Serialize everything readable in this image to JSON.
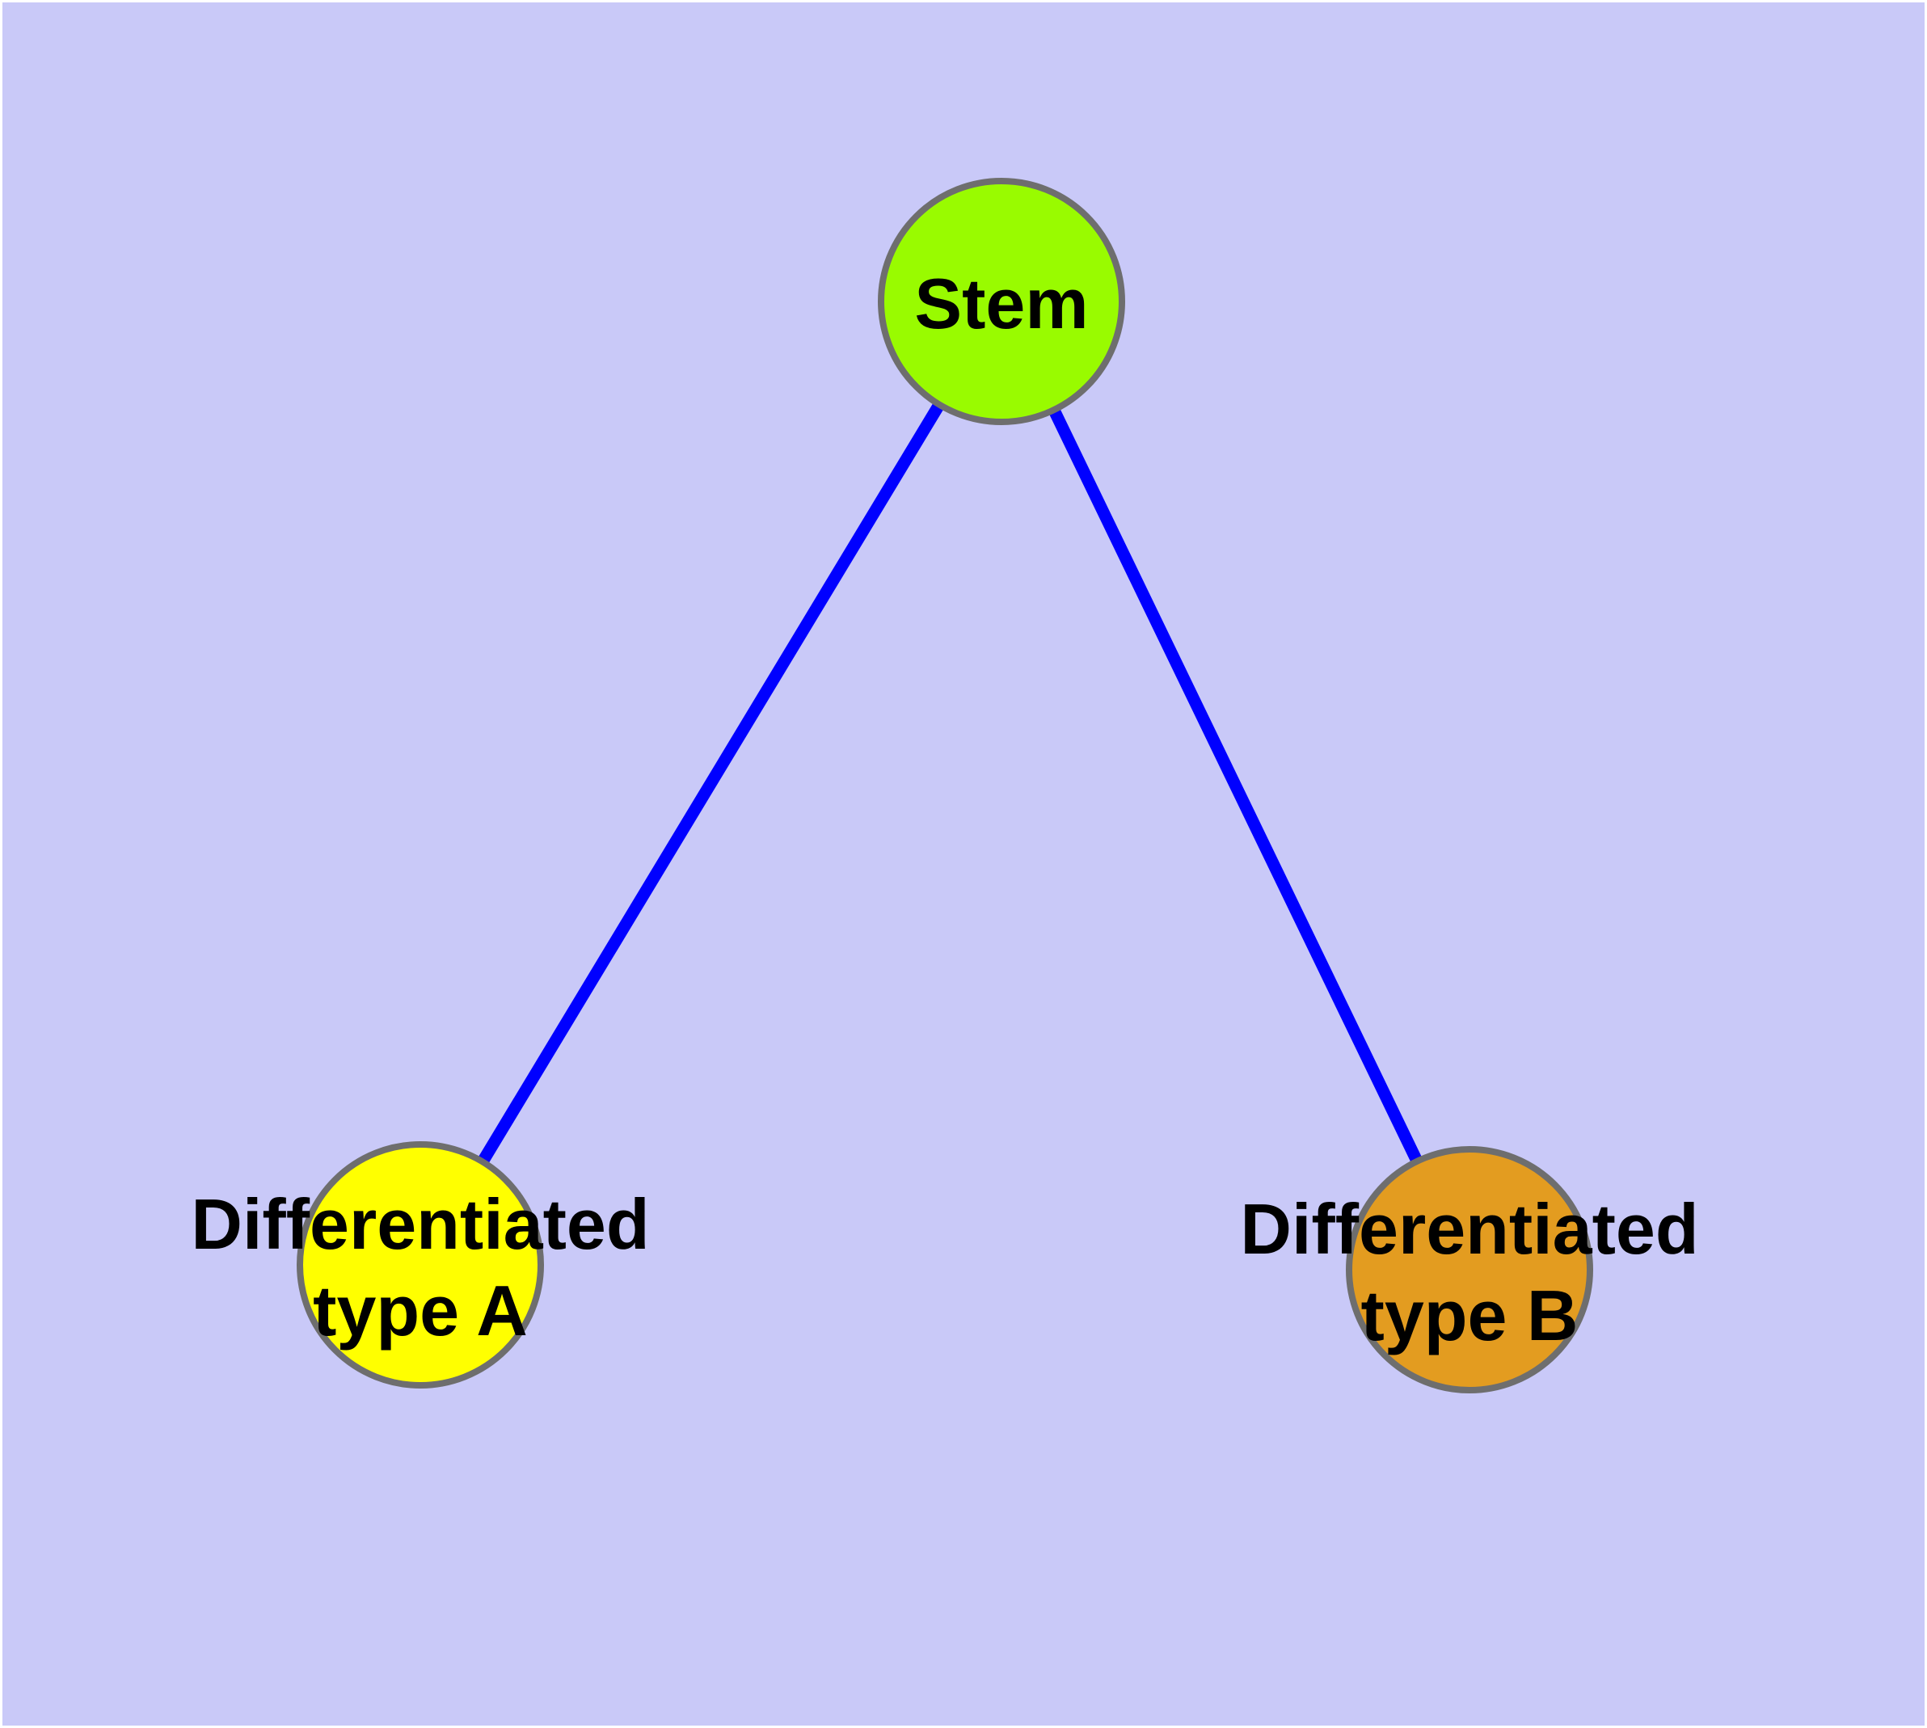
{
  "diagram": {
    "type": "graph",
    "background_color": "#c9c9f8",
    "frame_color": "#ffffff",
    "node_border_color": "#6e6e6e",
    "label_color": "#000000",
    "nodes": {
      "stem": {
        "label": "Stem",
        "color": "#99fb00"
      },
      "type_a": {
        "label": "Differentiated type A",
        "label_line1": "Differentiated",
        "label_line2": "type A",
        "color": "#ffff00"
      },
      "type_b": {
        "label": "Differentiated type B",
        "label_line1": "Differentiated",
        "label_line2": "type B",
        "color": "#e39c20"
      }
    },
    "edges": [
      {
        "from": "Stem",
        "to": "Differentiated type A",
        "color": "#0000ff"
      },
      {
        "from": "Stem",
        "to": "Differentiated type B",
        "color": "#0000ff"
      }
    ]
  }
}
